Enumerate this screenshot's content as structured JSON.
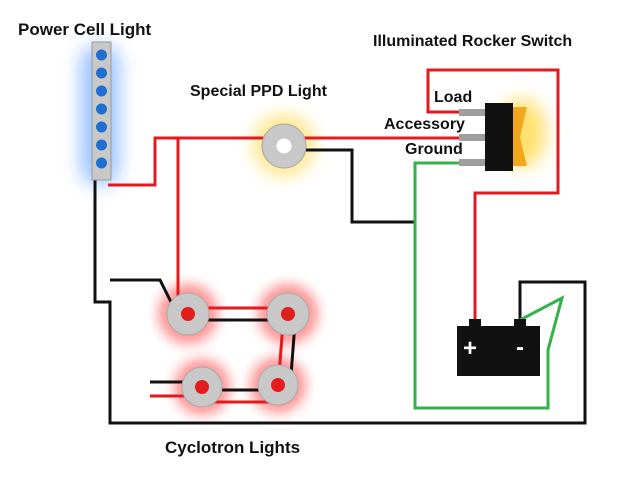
{
  "labels": {
    "power_cell": "Power Cell Light",
    "ppd": "Special PPD Light",
    "rocker": "Illuminated Rocker Switch",
    "load": "Load",
    "accessory": "Accessory",
    "ground": "Ground",
    "cyclotron": "Cyclotron Lights",
    "battery_plus": "+",
    "battery_minus": "-"
  },
  "colors": {
    "wire_positive": "#e3191f",
    "wire_ground": "#111111",
    "wire_green": "#33b24a",
    "led_blue": "#1f6fd1",
    "led_red": "#e31d1d",
    "glow_red": "#ff3b3b",
    "glow_blue": "#7fb2ff",
    "glow_yellow": "#ffd84a",
    "lamp_body": "#c8c8c8"
  },
  "power_cell": {
    "led_count": 7
  },
  "cyclotron": {
    "light_count": 4
  }
}
